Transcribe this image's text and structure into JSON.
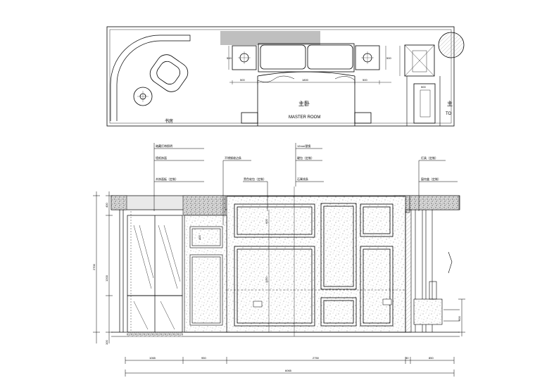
{
  "plan": {
    "room_cn": "主卧",
    "room_en": "MASTER ROOM",
    "study_cn": "书房",
    "toilet_cn": "主",
    "toilet_en": "TO",
    "dims": {
      "d1": "500",
      "d2": "1800",
      "d3": "500",
      "d4": "500",
      "d5": "500",
      "d6": "500"
    }
  },
  "elevation": {
    "callouts": [
      "暗藏灯带照明",
      "墙纸饰面",
      "木饰面板（定制）",
      "不锈钢收边条",
      "黑色软包（定制）",
      "12mm银镜",
      "硬包（定制）",
      "石膏线条",
      "灯具（定制）",
      "窗帘盒（定制）"
    ],
    "bottom_dims": {
      "a": "1065",
      "b": "950",
      "c": "2750",
      "d": "30",
      "e": "850"
    },
    "total_dim": "6065",
    "left_dims": {
      "top": "400",
      "overall": "2700",
      "mid": "1200",
      "bottom": "100"
    },
    "right_dim": "600",
    "panel_dims": {
      "p1": "600",
      "p2": "1150",
      "p3": "400"
    }
  }
}
